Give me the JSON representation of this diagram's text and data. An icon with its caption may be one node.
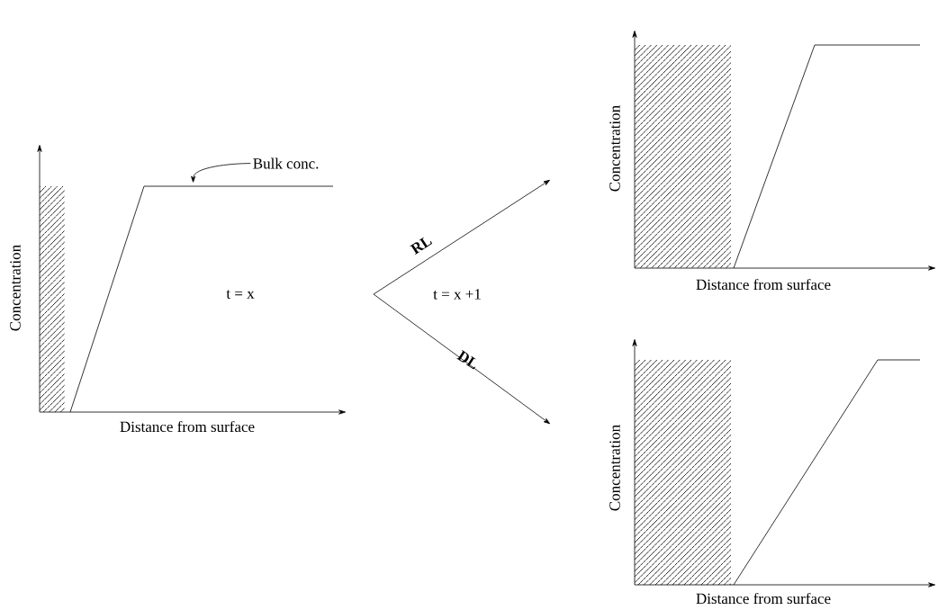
{
  "diagram": {
    "nodes": [
      {
        "text": [
          "Concentration",
          "Distance from surface"
        ]
      },
      {
        "text": [
          "Concentration",
          "Distance from surface"
        ]
      },
      {
        "text": [
          "Concentration",
          "Distance from surface"
        ]
      },
      {
        "text": [
          "Bulk conc."
        ],
        "in": 0
      }
    ],
    "edges": [
      {
        "from": null,
        "to": 1,
        "arrow": "to",
        "label": "RL"
      },
      {
        "from": null,
        "to": 2,
        "arrow": "to",
        "label": "DL"
      },
      {
        "from": 3,
        "to": 0,
        "arrow": "to"
      }
    ],
    "labels": [
      "t = x",
      "t = x +1"
    ]
  }
}
